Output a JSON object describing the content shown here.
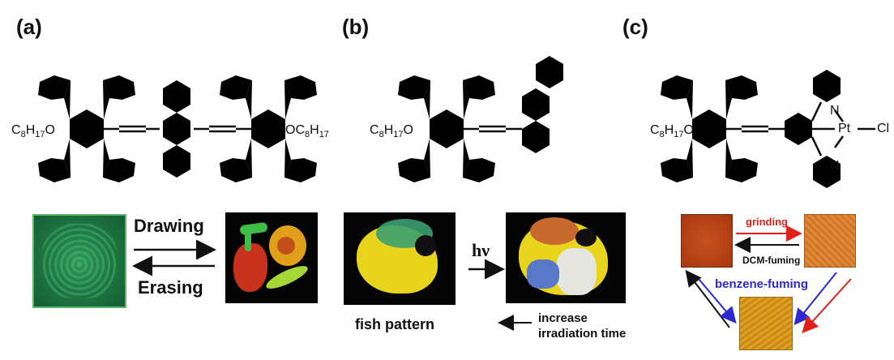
{
  "panels": {
    "a": {
      "label": "(a)",
      "subst_left": {
        "pre": "C",
        "s1": "8",
        "mid": "H",
        "s2": "17",
        "post": "O"
      },
      "subst_right": {
        "pre": "OC",
        "s1": "8",
        "mid": "H",
        "s2": "17",
        "post": ""
      },
      "drawing": "Drawing",
      "erasing": "Erasing"
    },
    "b": {
      "label": "(b)",
      "subst_left": {
        "pre": "C",
        "s1": "8",
        "mid": "H",
        "s2": "17",
        "post": "O"
      },
      "hv": "hν",
      "fish_pattern": "fish pattern",
      "increase_line1": "increase",
      "increase_line2": "irradiation time"
    },
    "c": {
      "label": "(c)",
      "subst_left": {
        "pre": "C",
        "s1": "8",
        "mid": "H",
        "s2": "17",
        "post": "O"
      },
      "n_top": "N",
      "n_bottom": "N",
      "pt": "Pt",
      "cl": "Cl",
      "grinding": "grinding",
      "dcm_fuming": "DCM-fuming",
      "benzene_fuming": "benzene-fuming",
      "colors": {
        "grinding": "#e0201a",
        "benzene": "#2a2ad0",
        "black": "#111111"
      }
    }
  }
}
